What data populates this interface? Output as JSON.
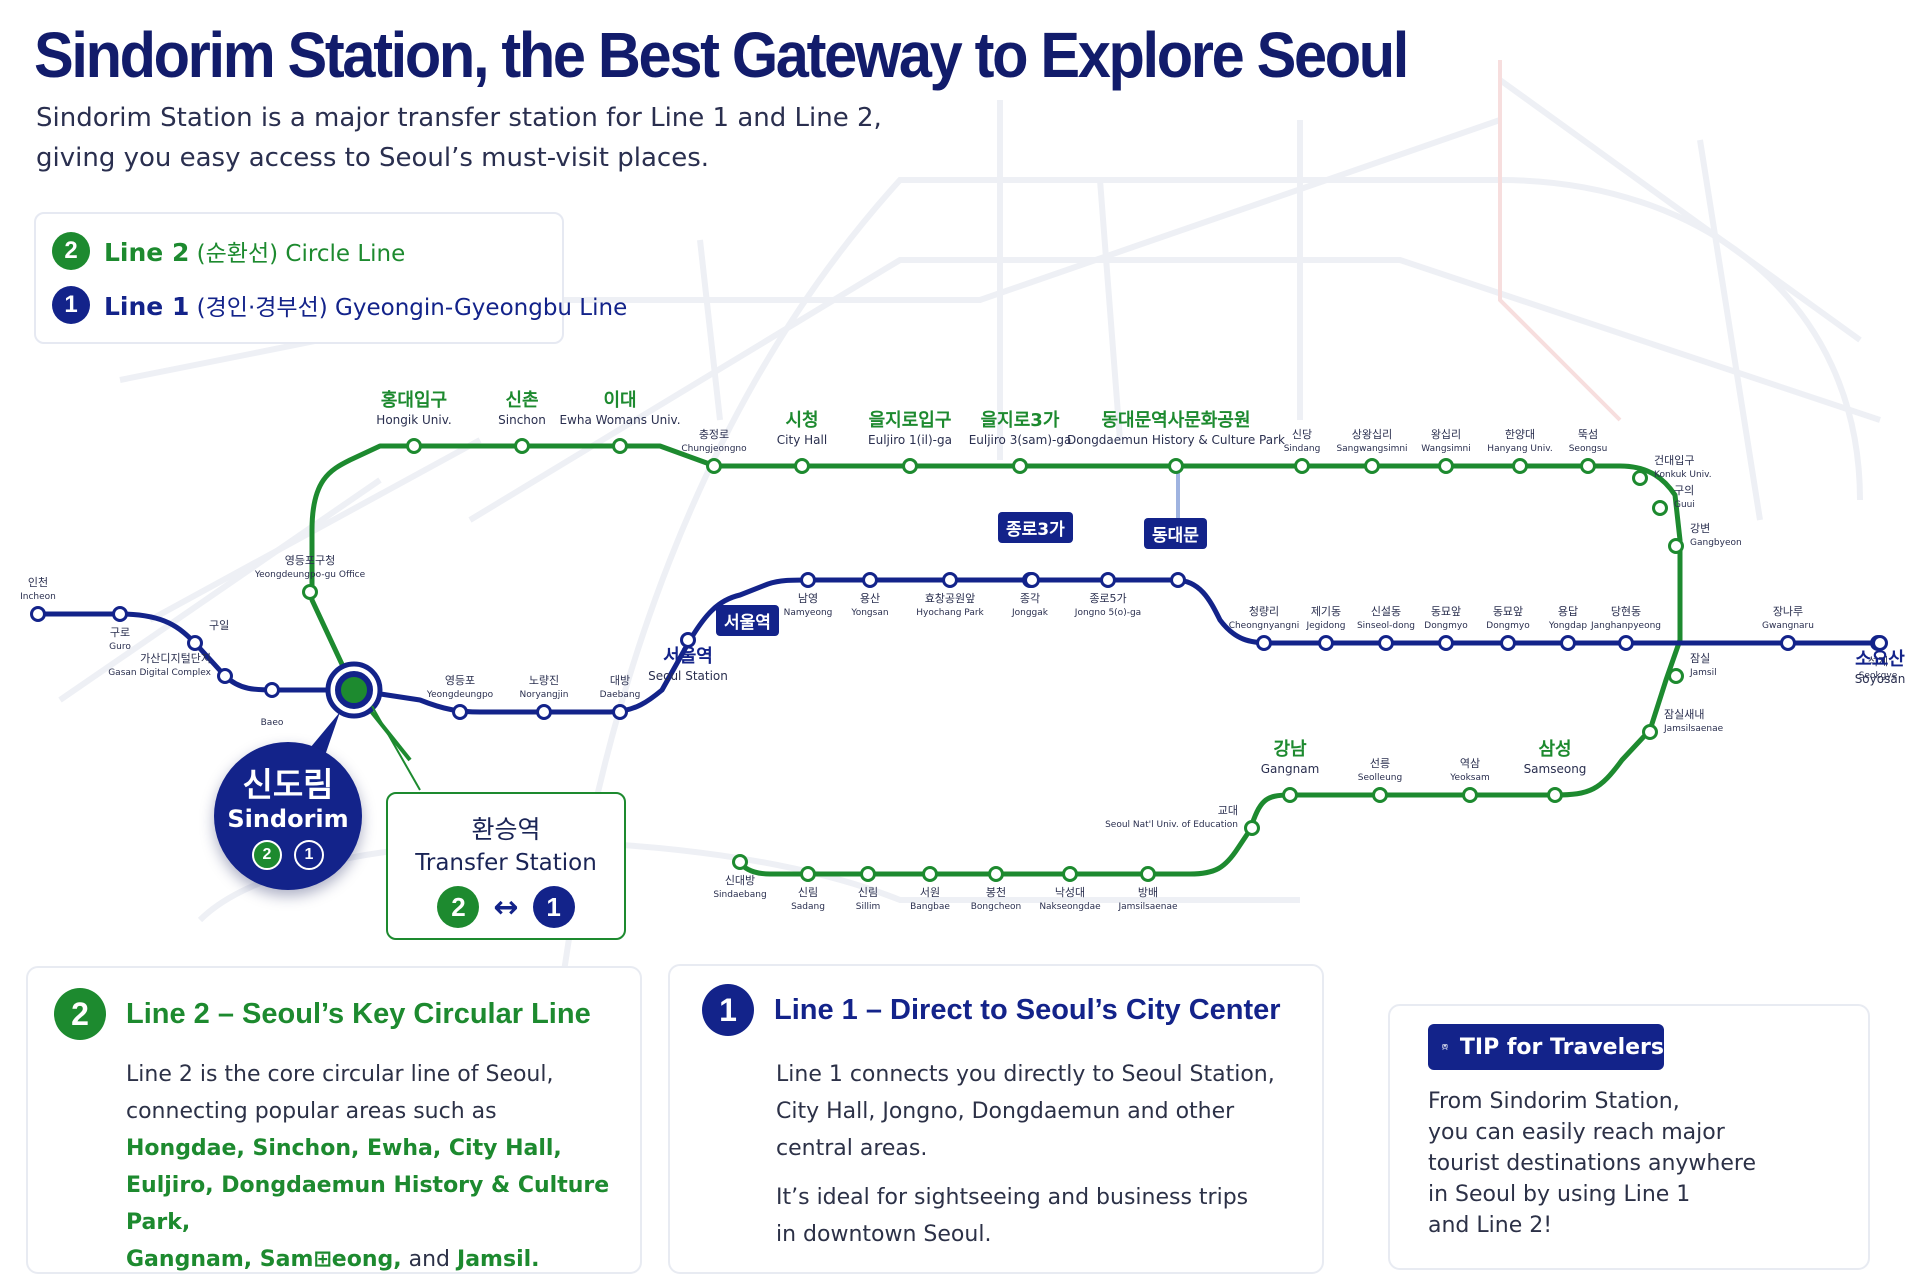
{
  "header": {
    "title": "Sindorim Station, the Best Gateway to Explore Seoul",
    "subtitle_line1": "Sindorim Station is a major transfer station for Line 1 and Line 2,",
    "subtitle_line2": "giving you easy access to Seoul’s must-visit places."
  },
  "legend": {
    "line2": {
      "number": "2",
      "name": "Line 2",
      "korean": "(순환선)",
      "english": "Circle Line"
    },
    "line1": {
      "number": "1",
      "name": "Line 1",
      "korean": "(경인·경부선)",
      "english": "Gyeongin-Gyeongbu Line"
    }
  },
  "colors": {
    "line2": "#1d8a2f",
    "line1": "#13238a",
    "title": "#121c6b"
  },
  "map": {
    "stations": [
      {
        "ko": "홍대입구",
        "en": "Hongik Univ.",
        "line": "2",
        "major": true
      },
      {
        "ko": "신촌",
        "en": "Sinchon",
        "line": "2",
        "major": true
      },
      {
        "ko": "이대",
        "en": "Ewha Womans Univ.",
        "line": "2",
        "major": true
      },
      {
        "ko": "충정로",
        "en": "Chungjeongno",
        "line": "2"
      },
      {
        "ko": "시청",
        "en": "City Hall",
        "line": "2",
        "major": true
      },
      {
        "ko": "을지로입구",
        "en": "Euljiro 1(il)-ga",
        "line": "2",
        "major": true
      },
      {
        "ko": "을지로3가",
        "en": "Euljiro 3(sam)-ga",
        "line": "2",
        "major": true
      },
      {
        "ko": "동대문역사문화공원",
        "en": "Dongdaemun History & Culture Park",
        "line": "2",
        "major": true
      },
      {
        "ko": "신당",
        "en": "Sindang",
        "line": "2"
      },
      {
        "ko": "상왕십리",
        "en": "Sangwangsimni",
        "line": "2"
      },
      {
        "ko": "왕십리",
        "en": "Wangsimni",
        "line": "2"
      },
      {
        "ko": "한양대",
        "en": "Hanyang Univ.",
        "line": "2"
      },
      {
        "ko": "뚝섬",
        "en": "Seongsu",
        "line": "2"
      },
      {
        "ko": "건대입구",
        "en": "Konkuk Univ.",
        "line": "2"
      },
      {
        "ko": "구의",
        "en": "Guui",
        "line": "2"
      },
      {
        "ko": "강변",
        "en": "Gangbyeon",
        "line": "2"
      },
      {
        "ko": "잠실",
        "en": "Jamsil",
        "line": "2"
      },
      {
        "ko": "잠실새내",
        "en": "Jamsilsaenae",
        "line": "2"
      },
      {
        "ko": "삼성",
        "en": "Samseong",
        "line": "2",
        "major": true
      },
      {
        "ko": "역삼",
        "en": "Yeoksam",
        "line": "2"
      },
      {
        "ko": "선릉",
        "en": "Seolleung",
        "line": "2"
      },
      {
        "ko": "강남",
        "en": "Gangnam",
        "line": "2",
        "major": true
      },
      {
        "ko": "교대",
        "en": "Seoul Nat'l Univ. of Education",
        "line": "2"
      },
      {
        "ko": "방배",
        "en": "Jamsilsaenae",
        "line": "2"
      },
      {
        "ko": "낙성대",
        "en": "Nakseongdae",
        "line": "2"
      },
      {
        "ko": "봉천",
        "en": "Bongcheon",
        "line": "2"
      },
      {
        "ko": "서원",
        "en": "Bangbae",
        "line": "2"
      },
      {
        "ko": "신림",
        "en": "Sillim",
        "line": "2"
      },
      {
        "ko": "신림",
        "en": "Sadang",
        "line": "2"
      },
      {
        "ko": "신대방",
        "en": "Sindaebang",
        "line": "2"
      },
      {
        "ko": "영등포구청",
        "en": "Yeongdeungpo-gu Office",
        "line": "2"
      },
      {
        "ko": "인천",
        "en": "Incheon",
        "line": "1"
      },
      {
        "ko": "구로",
        "en": "Guro",
        "line": "1"
      },
      {
        "ko": "구일",
        "en": "",
        "line": "1"
      },
      {
        "ko": "가산디지털단지",
        "en": "Gasan Digital Complex",
        "line": "1"
      },
      {
        "ko": "",
        "en": "Baeo",
        "line": "1"
      },
      {
        "ko": "영등포",
        "en": "Yeongdeungpo",
        "line": "1"
      },
      {
        "ko": "노량진",
        "en": "Noryangjin",
        "line": "1"
      },
      {
        "ko": "대방",
        "en": "Daebang",
        "line": "1"
      },
      {
        "ko": "서울역",
        "en": "Seoul Station",
        "line": "1",
        "major": true
      },
      {
        "ko": "남영",
        "en": "Namyeong",
        "line": "1"
      },
      {
        "ko": "용산",
        "en": "Yongsan",
        "line": "1"
      },
      {
        "ko": "효창공원앞",
        "en": "Hyochang Park",
        "line": "1"
      },
      {
        "ko": "종각",
        "en": "Jonggak",
        "line": "1"
      },
      {
        "ko": "종로3가",
        "en": "Jongno 3(sam)-ga",
        "line": "1",
        "major": true
      },
      {
        "ko": "종로5가",
        "en": "Jongno 5(o)-ga",
        "line": "1"
      },
      {
        "ko": "동대문",
        "en": "Dongdaemun",
        "line": "1",
        "major": true
      },
      {
        "ko": "청량리",
        "en": "Cheongnyangni",
        "line": "1"
      },
      {
        "ko": "제기동",
        "en": "Jegidong",
        "line": "1"
      },
      {
        "ko": "신설동",
        "en": "Sinseol-dong",
        "line": "1"
      },
      {
        "ko": "동묘앞",
        "en": "Dongmyo",
        "line": "1"
      },
      {
        "ko": "동묘앞",
        "en": "Dongmyo",
        "line": "1"
      },
      {
        "ko": "용답",
        "en": "Yongdap",
        "line": "1"
      },
      {
        "ko": "당현동",
        "en": "Janghanpyeong",
        "line": "1"
      },
      {
        "ko": "장나루",
        "en": "Gwangnaru",
        "line": "1"
      },
      {
        "ko": "석계",
        "en": "Seokgye",
        "line": "1"
      },
      {
        "ko": "소요산",
        "en": "Soyosan",
        "line": "1",
        "major": true
      }
    ],
    "sindorim": {
      "ko": "신도림",
      "en": "Sindorim",
      "badge2": "2",
      "badge1": "1"
    },
    "transfer": {
      "ko": "환승역",
      "en": "Transfer Station",
      "from": "2",
      "arrow": "↔",
      "to": "1"
    }
  },
  "cards": {
    "line2": {
      "number": "2",
      "title": "Line 2 – Seoul’s Key Circular Line",
      "body_line1": "Line 2 is the core circular line of Seoul,",
      "body_line2": "connecting popular areas such as",
      "highlight1": "Hongdae, Sinchon, Ewha, City Hall,",
      "highlight2": "Euljiro, Dongdaemun History & Culture Park,",
      "highlight3a": "Gangnam, Sam⊞eong,",
      "and_text": " and ",
      "highlight3b": "Jamsil",
      "period": "."
    },
    "line1": {
      "number": "1",
      "title": "Line 1 – Direct to Seoul’s City Center",
      "p1_line1": "Line 1 connects you directly to Seoul Station,",
      "p1_line2": "City Hall, Jongno, Dongdaemun and other",
      "p1_line3": "central areas.",
      "p2_line1": "It’s ideal for sightseeing and business trips",
      "p2_line2": "in downtown Seoul."
    },
    "tip": {
      "icon": "train-icon",
      "label": "TIP for Travelers",
      "line1": "From Sindorim Station,",
      "line2": "you can easily reach major",
      "line3": "tourist destinations anywhere",
      "line4": "in Seoul by using Line 1",
      "line5": "and Line 2!"
    }
  }
}
